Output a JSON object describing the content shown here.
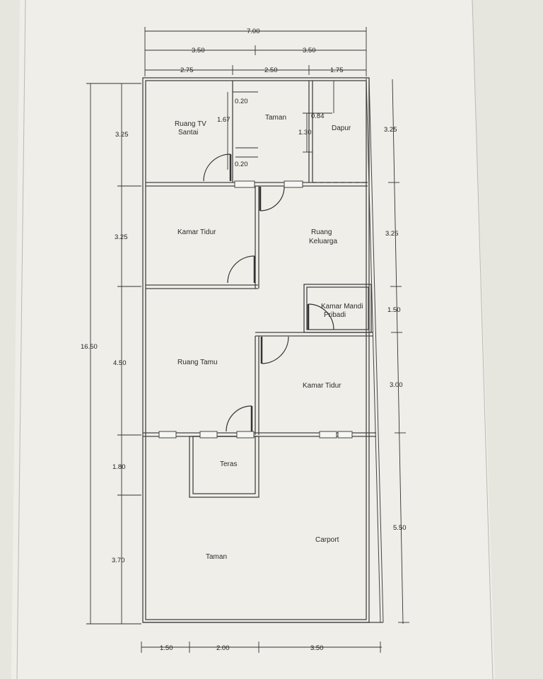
{
  "plan": {
    "rooms": {
      "ruang_tv_1": "Ruang TV",
      "ruang_tv_2": "Santai",
      "taman_top": "Taman",
      "dapur": "Dapur",
      "kamar_tidur_1": "Kamar Tidur",
      "ruang_keluarga_1": "Ruang",
      "ruang_keluarga_2": "Keluarga",
      "kamar_mandi_1": "Kamar Mandi",
      "kamar_mandi_2": "Pribadi",
      "ruang_tamu": "Ruang Tamu",
      "kamar_tidur_2": "Kamar Tidur",
      "teras": "Teras",
      "carport": "Carport",
      "taman_bottom": "Taman"
    },
    "dims": {
      "top_total": "7.00",
      "top_half_left": "3.50",
      "top_half_right": "3.50",
      "top_a": "2.75",
      "top_b": "2.50",
      "top_c": "1.75",
      "left_total": "16.50",
      "left_1": "3.25",
      "left_2": "3.25",
      "left_3": "4.50",
      "left_4": "1.80",
      "left_5": "3.70",
      "right_1": "3.25",
      "right_2": "3.25",
      "right_3": "1.50",
      "right_4": "3.00",
      "right_5": "5.50",
      "bottom_1": "1.50",
      "bottom_2": "2.00",
      "bottom_3": "3.50",
      "inner_020_top": "0.20",
      "inner_167": "1.67",
      "inner_020_bottom": "0.20",
      "inner_084": "0.84",
      "inner_130": "1.30"
    }
  }
}
